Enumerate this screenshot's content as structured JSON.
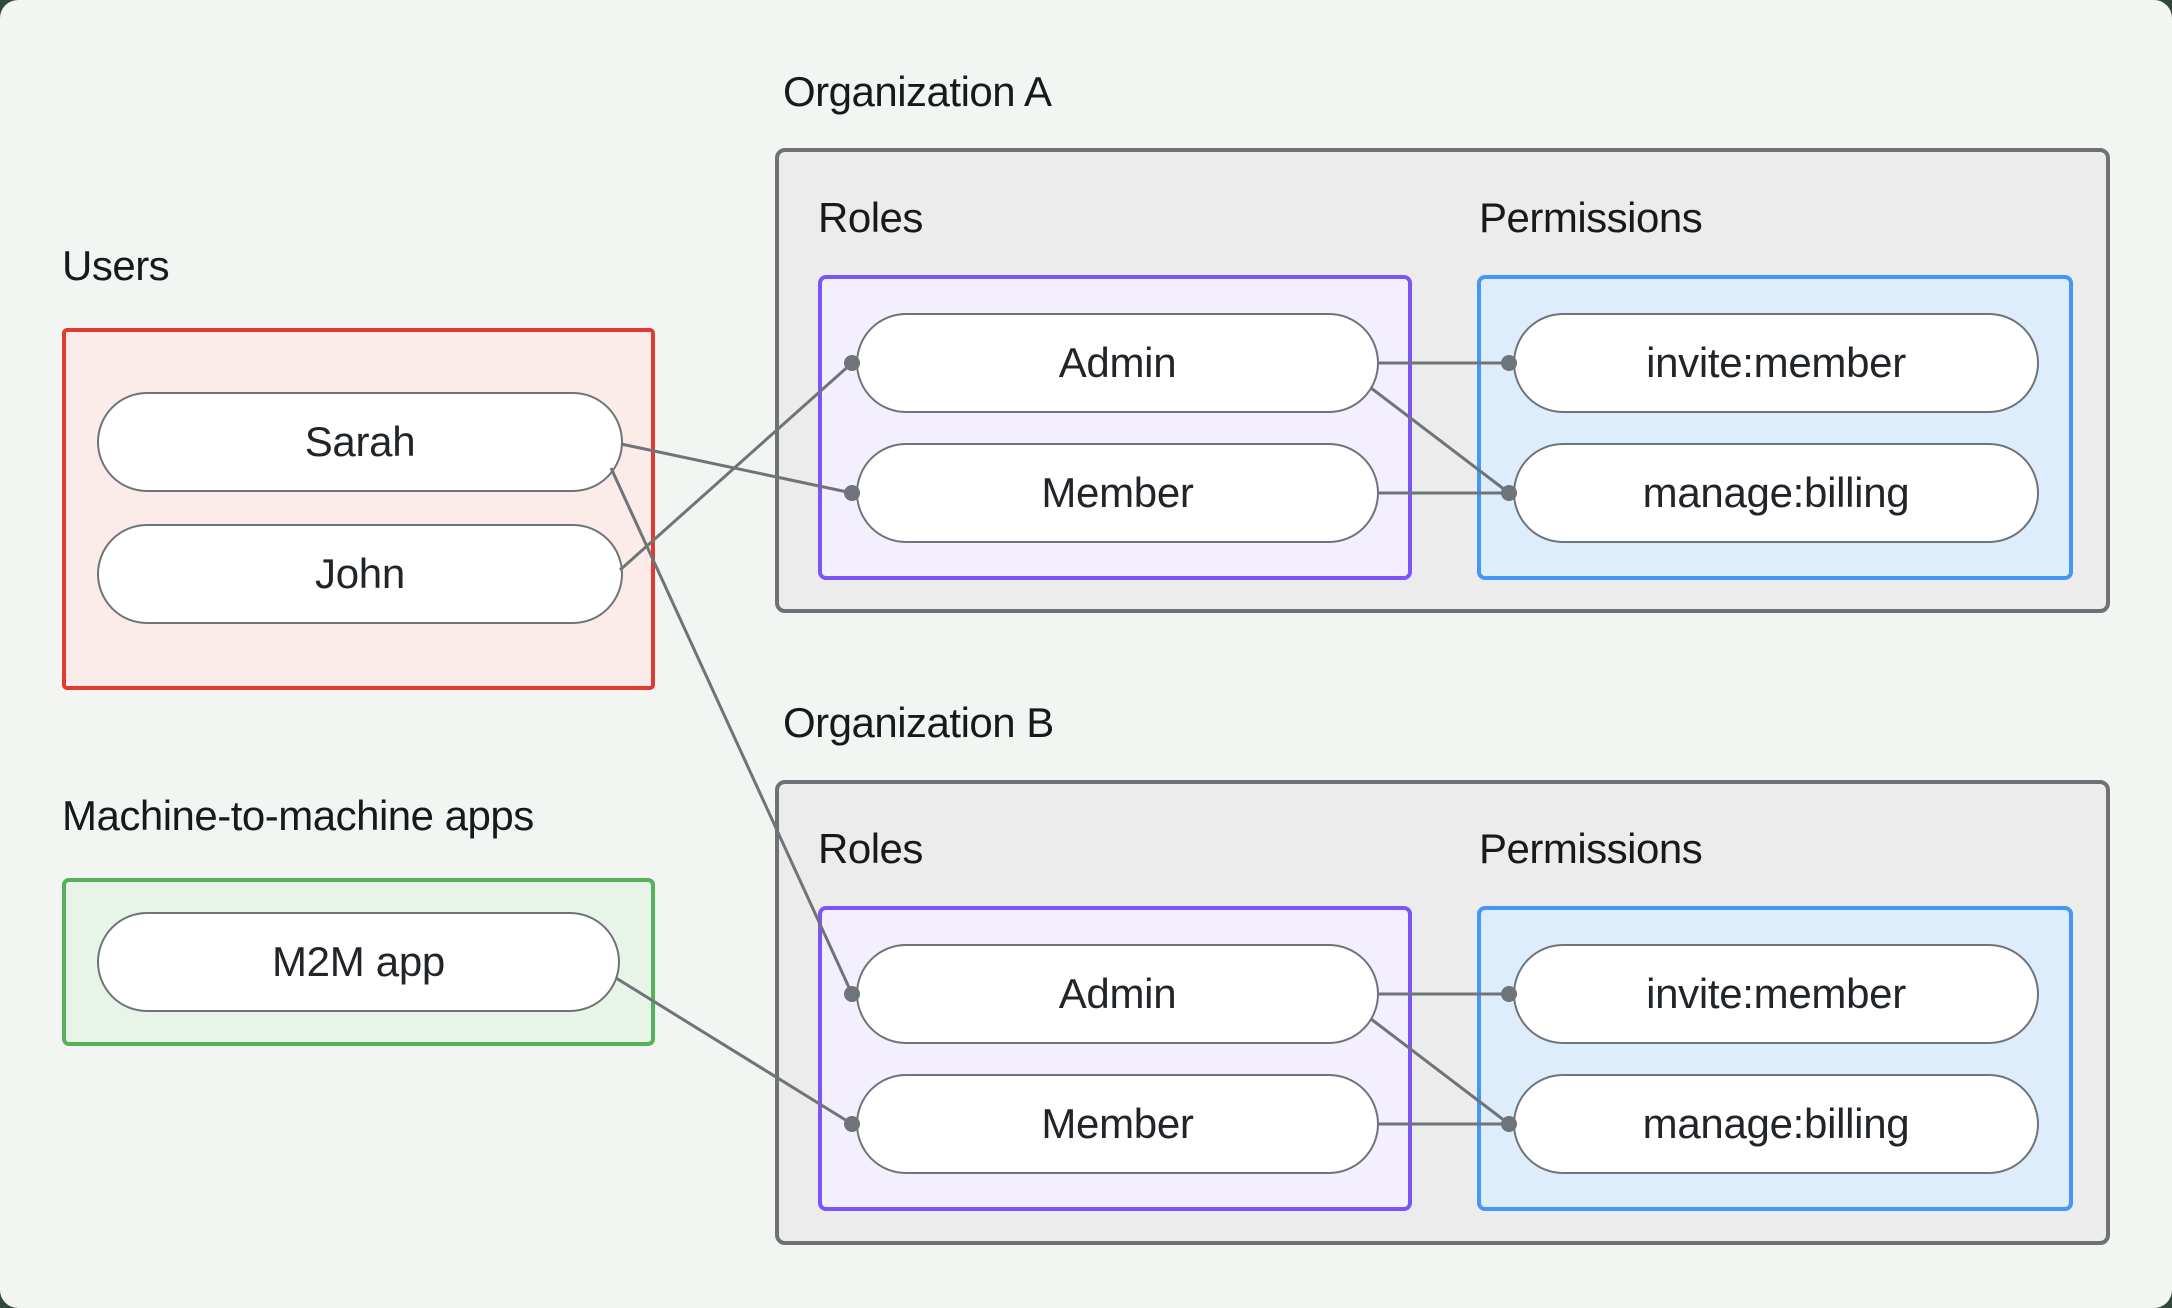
{
  "title": "Organization roles and permissions diagram",
  "colors": {
    "page_background": "#f2f5f2",
    "outer_background": "#2f4a3a",
    "text": "#17191c",
    "connector_gray": "#6e7478",
    "org_box_border": "#6e7276",
    "org_box_fill": "#ebeceb",
    "users_border_red": "#e03a31",
    "users_fill": "#fbebe9",
    "m2m_border_green": "#55b258",
    "m2m_fill": "#e9f4e9",
    "roles_border_purple": "#7c55f6",
    "roles_fill": "#f4effe",
    "permissions_border_blue": "#4497f7",
    "permissions_fill": "#ddedfb",
    "pill_fill": "#ffffff"
  },
  "users_section": {
    "label": "Users",
    "items": [
      "Sarah",
      "John"
    ]
  },
  "m2m_section": {
    "label": "Machine-to-machine apps",
    "items": [
      "M2M app"
    ]
  },
  "organizations": [
    {
      "label": "Organization A",
      "roles_label": "Roles",
      "permissions_label": "Permissions",
      "roles": [
        "Admin",
        "Member"
      ],
      "permissions": [
        "invite:member",
        "manage:billing"
      ]
    },
    {
      "label": "Organization B",
      "roles_label": "Roles",
      "permissions_label": "Permissions",
      "roles": [
        "Admin",
        "Member"
      ],
      "permissions": [
        "invite:member",
        "manage:billing"
      ]
    }
  ],
  "connections": [
    {
      "from": "user-sarah",
      "to": "orgA-member"
    },
    {
      "from": "user-john",
      "to": "orgA-admin"
    },
    {
      "from": "user-sarah",
      "to": "orgB-admin"
    },
    {
      "from": "m2m-app",
      "to": "orgB-member"
    },
    {
      "from": "orgA-admin",
      "to": "orgA-invite"
    },
    {
      "from": "orgA-admin",
      "to": "orgA-manage"
    },
    {
      "from": "orgA-member",
      "to": "orgA-manage"
    },
    {
      "from": "orgB-admin",
      "to": "orgB-invite"
    },
    {
      "from": "orgB-admin",
      "to": "orgB-manage"
    },
    {
      "from": "orgB-member",
      "to": "orgB-manage"
    }
  ]
}
